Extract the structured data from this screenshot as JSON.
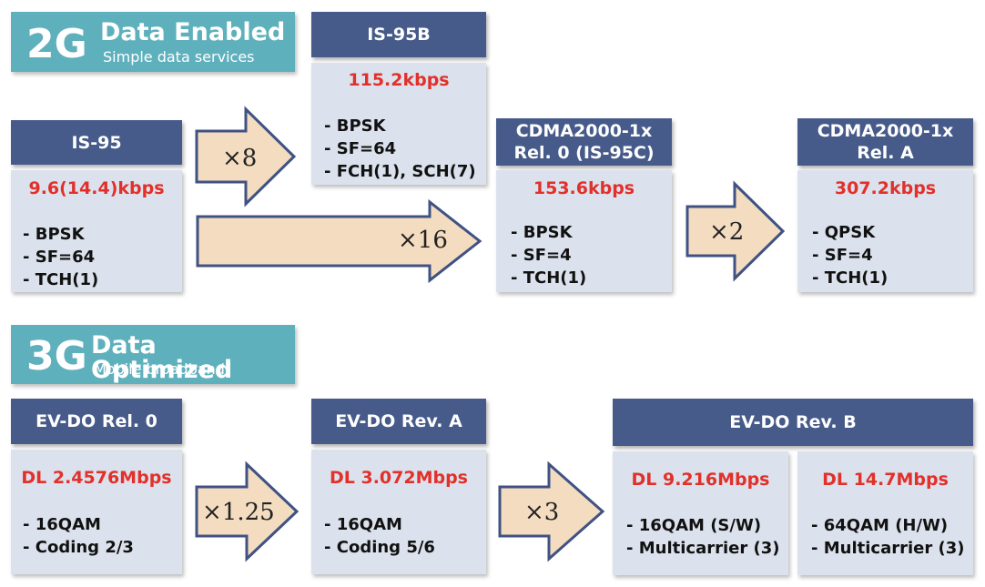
{
  "sections": {
    "g2": {
      "gen": "2G",
      "title": "Data Enabled",
      "subtitle": "Simple data services"
    },
    "g3": {
      "gen": "3G",
      "title": "Data Optimized",
      "subtitle": "Mobile broadband"
    }
  },
  "nodes": {
    "is95": {
      "header": "IS-95",
      "rate": "9.6(14.4)kbps",
      "items": [
        "- BPSK",
        "- SF=64",
        "- TCH(1)"
      ]
    },
    "is95b": {
      "header": "IS-95B",
      "rate": "115.2kbps",
      "items": [
        "- BPSK",
        "- SF=64",
        "- FCH(1), SCH(7)"
      ]
    },
    "cdma_rel0": {
      "header": "CDMA2000-1x\nRel. 0 (IS-95C)",
      "rate": "153.6kbps",
      "items": [
        "- BPSK",
        "- SF=4",
        "- TCH(1)"
      ]
    },
    "cdma_relA": {
      "header": "CDMA2000-1x\nRel. A",
      "rate": "307.2kbps",
      "items": [
        "- QPSK",
        "- SF=4",
        "- TCH(1)"
      ]
    },
    "evdo_rel0": {
      "header": "EV-DO Rel. 0",
      "rate": "DL 2.4576Mbps",
      "items": [
        "- 16QAM",
        "- Coding 2/3"
      ]
    },
    "evdo_revA": {
      "header": "EV-DO Rev. A",
      "rate": "DL 3.072Mbps",
      "items": [
        "- 16QAM",
        "- Coding 5/6"
      ]
    },
    "evdo_revB": {
      "header": "EV-DO Rev. B"
    },
    "evdo_revB_sw": {
      "rate": "DL 9.216Mbps",
      "items": [
        "- 16QAM (S/W)",
        "- Multicarrier (3)"
      ]
    },
    "evdo_revB_hw": {
      "rate": "DL 14.7Mbps",
      "items": [
        "- 64QAM (H/W)",
        "- Multicarrier (3)"
      ]
    }
  },
  "arrows": {
    "a8": "×8",
    "a16": "×16",
    "a2": "×2",
    "a125": "×1.25",
    "a3": "×3"
  },
  "colors": {
    "section_bg": "#5fb0bd",
    "header_bg": "#475b8a",
    "box_bg": "#dce2ed",
    "rate_text": "#e2302a",
    "arrow_fill": "#f4dcc0",
    "arrow_stroke": "#3f5283"
  }
}
